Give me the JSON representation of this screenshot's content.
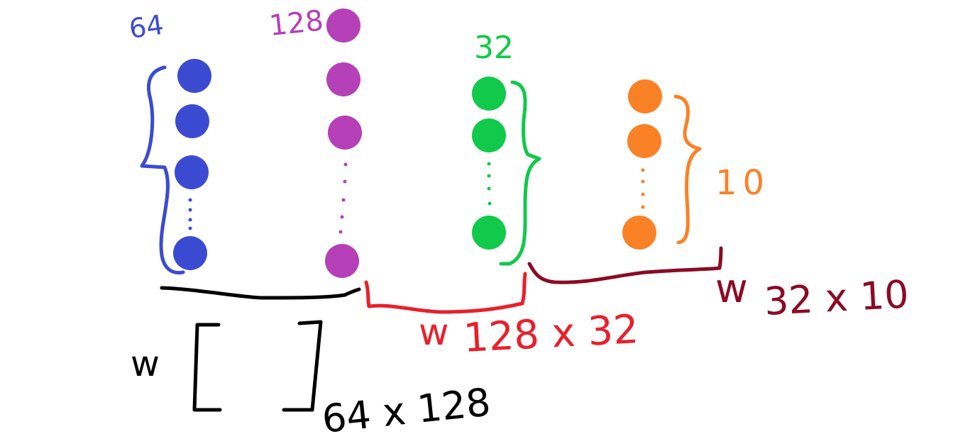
{
  "colors": {
    "layer1": "#3b4bd1",
    "layer2": "#b540b8",
    "layer3": "#11c94a",
    "layer4": "#fb8126",
    "weight1": "#000000",
    "weight2": "#e8202c",
    "weight3": "#8b0a24"
  },
  "layers": [
    {
      "size_label": "64",
      "color": "#3b4bd1"
    },
    {
      "size_label": "128",
      "color": "#b540b8"
    },
    {
      "size_label": "32",
      "color": "#11c94a"
    },
    {
      "size_label": "10",
      "color": "#fb8126"
    }
  ],
  "weights": [
    {
      "prefix": "w",
      "dims": "64 x 128",
      "color": "#000000"
    },
    {
      "prefix": "w",
      "dims": "128 x 32",
      "color": "#e8202c"
    },
    {
      "prefix": "w",
      "dims": "32 x 10",
      "color": "#8b0a24"
    }
  ]
}
